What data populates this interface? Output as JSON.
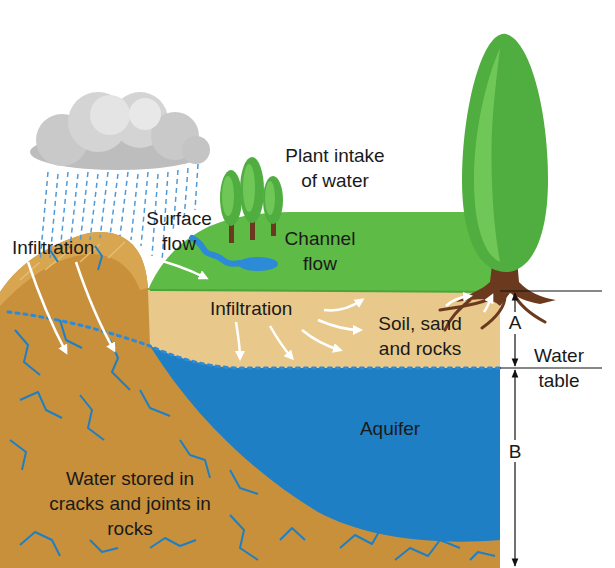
{
  "diagram": {
    "labels": [
      "Surface flow",
      "Plant intake of water",
      "Infiltration",
      "Channel flow",
      "Infiltration",
      "Soil, sand and rocks",
      "A",
      "Water table",
      "Aquifer",
      "B",
      "Water stored in cracks and joints in rocks"
    ]
  }
}
